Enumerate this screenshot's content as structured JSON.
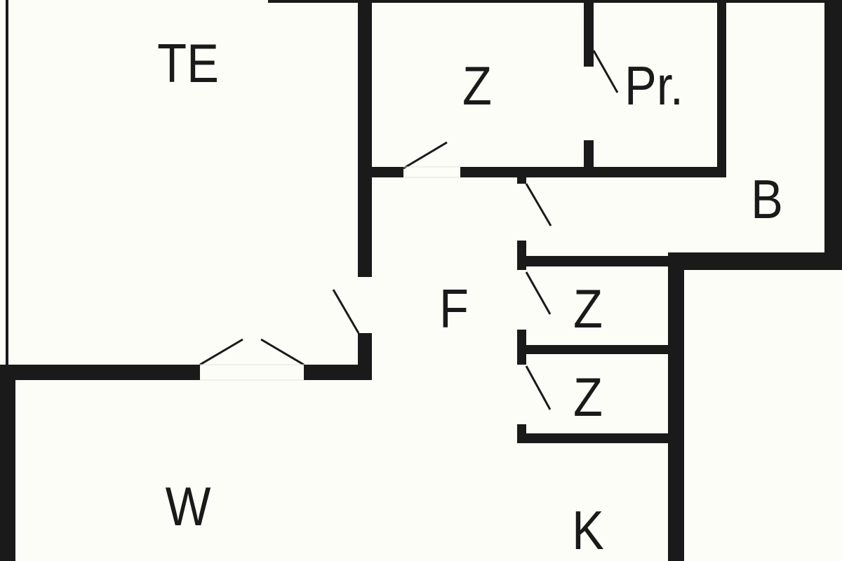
{
  "rooms": {
    "te": "TE",
    "z_top": "Z",
    "pr": "Pr.",
    "b": "B",
    "f": "F",
    "z_mid": "Z",
    "z_low": "Z",
    "w": "W",
    "k": "K"
  },
  "colors": {
    "wall": "#1a1a1a",
    "floor": "#fdfdf8"
  }
}
